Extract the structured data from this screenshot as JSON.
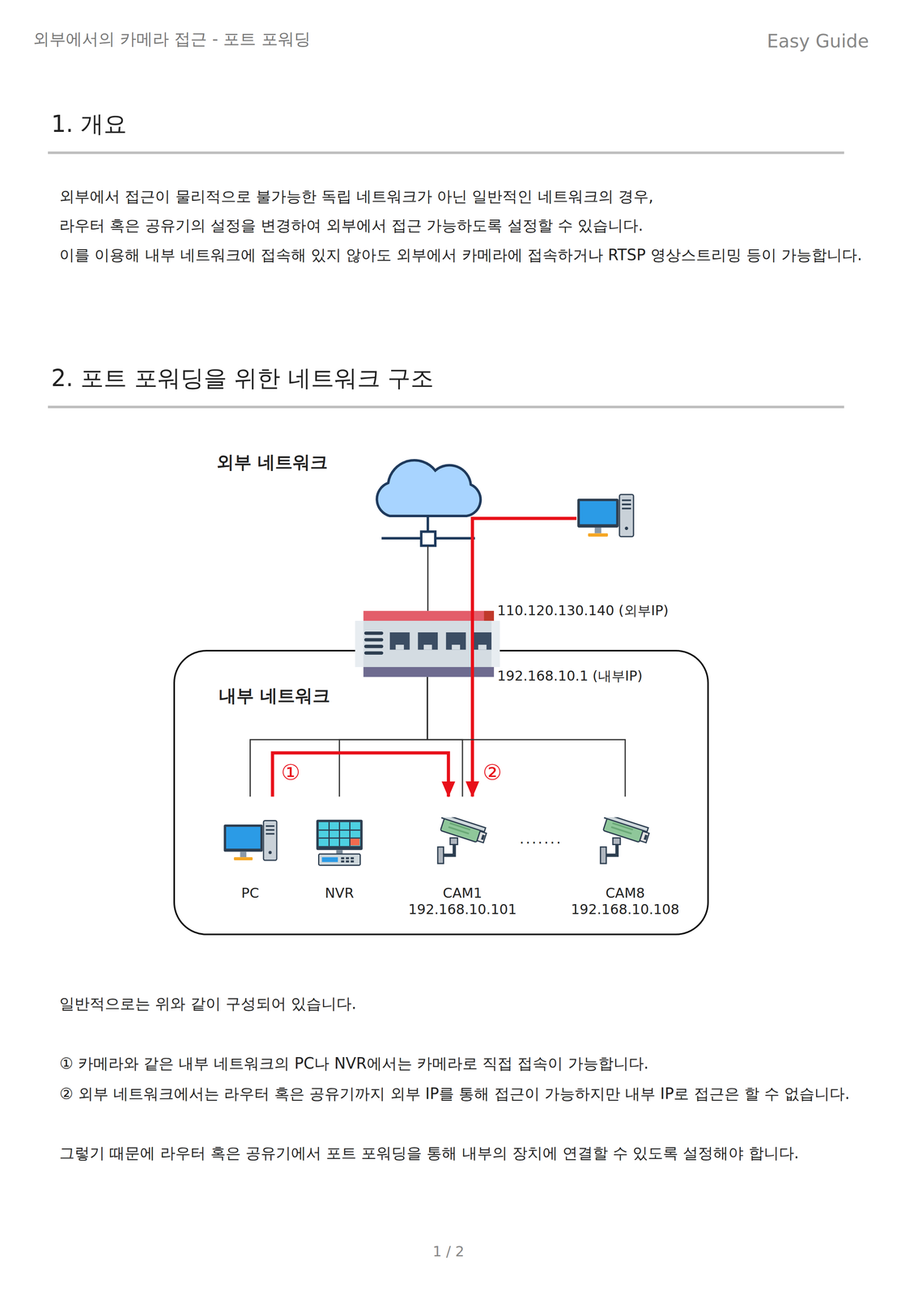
{
  "diagram": {
    "title": "2. 포트 포워딩을 위한 네트워크 구조",
    "nodes": [
      {
        "text": [
          "110.120.130.140 (외부IP)",
          "192.168.10.1 (내부IP)"
        ]
      },
      {
        "text": [
          "내부 네트워크"
        ]
      },
      {
        "text": [
          "PC"
        ],
        "in": 1
      },
      {
        "text": [
          "NVR"
        ],
        "in": 1
      },
      {
        "text": [
          "CAM1",
          "192.168.10.101"
        ],
        "in": 1
      },
      {
        "text": [
          "CAM8",
          "192.168.10.108"
        ],
        "in": 1
      }
    ],
    "edges": [
      {
        "from": 0,
        "to": 2,
        "arrow": "none"
      },
      {
        "from": 0,
        "to": 3,
        "arrow": "none"
      },
      {
        "from": 0,
        "to": 4,
        "arrow": "none"
      },
      {
        "from": 0,
        "to": 5,
        "arrow": "none"
      },
      {
        "from": 2,
        "to": 4,
        "arrow": "to",
        "label": "①"
      }
    ],
    "labels": [
      "외부에서의 카메라 접근 - 포트 포워딩",
      "Easy Guide",
      "1. 개요",
      "외부에서 접근이 물리적으로 불가능한 독립 네트워크가 아닌 일반적인 네트워크의 경우,",
      "라우터 혹은 공유기의 설정을 변경하여 외부에서 접근 가능하도록 설정할 수 있습니다.",
      "이를 이용해 내부 네트워크에 접속해 있지 않아도 외부에서 카메라에 접속하거나 RTSP 영상스트리밍 등이 가능합니다.",
      "외부 네트워크",
      "②",
      ".......",
      "일반적으로는 위와 같이 구성되어 있습니다.",
      "① 카메라와 같은 내부 네트워크의 PC나 NVR에서는 카메라로 직접 접속이 가능합니다.",
      "② 외부 네트워크에서는 라우터 혹은 공유기까지 외부 IP를 통해 접근이 가능하지만 내부 IP로 접근은 할 수 없습니다.",
      "그렇기 때문에 라우터 혹은 공유기에서 포트 포워딩을 통해 내부의 장치에 연결할 수 있도록 설정해야 합니다.",
      "1 / 2"
    ]
  }
}
